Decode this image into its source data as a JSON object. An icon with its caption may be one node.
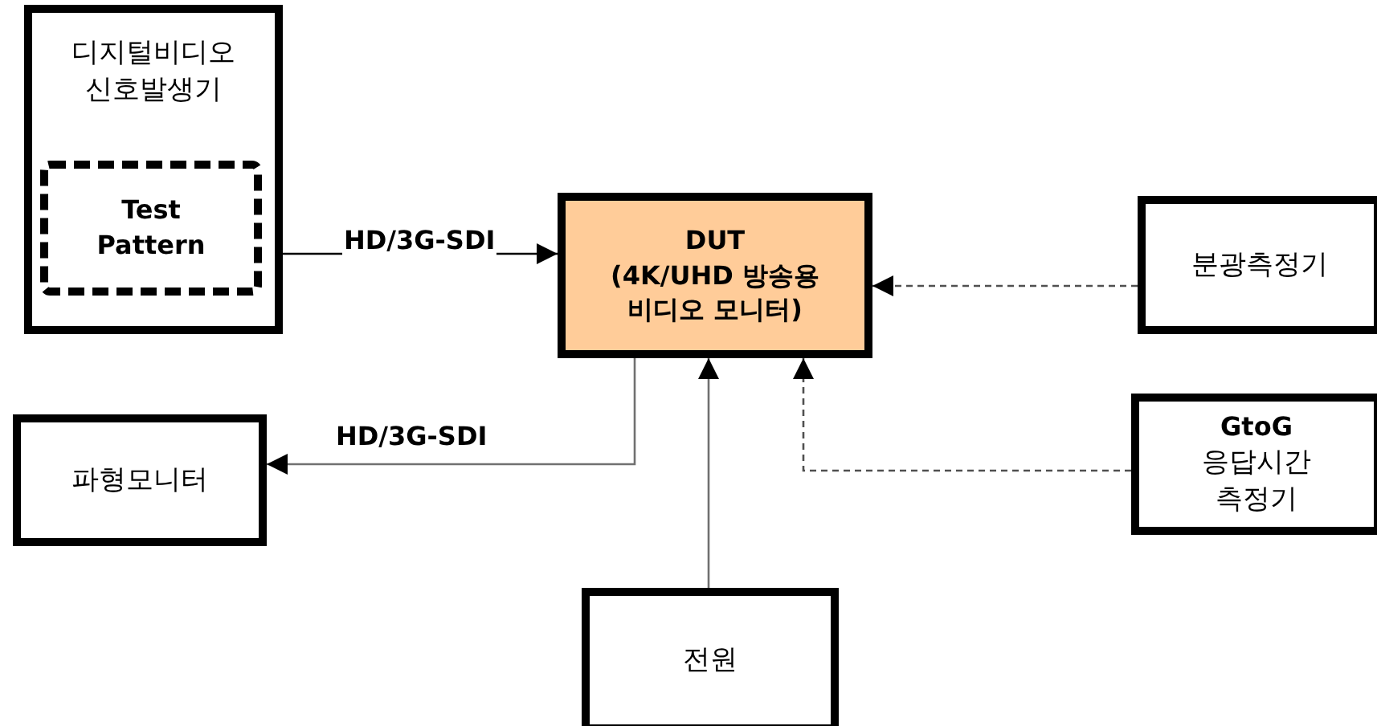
{
  "diagram": {
    "nodes": [
      {
        "text": [
          "디지털비디오 신호발생기"
        ]
      },
      {
        "text": [
          "Test Pattern"
        ],
        "in": 0
      },
      {
        "text": [
          "DUT",
          "(4K/UHD 방송용 비디오 모니터)"
        ]
      },
      {
        "text": [
          "파형모니터"
        ]
      },
      {
        "text": [
          "분광측정기"
        ]
      },
      {
        "text": [
          "GtoG",
          "응답시간 측정기"
        ]
      },
      {
        "text": [
          "전원"
        ]
      }
    ],
    "edges": [
      {
        "from": 0,
        "to": 2,
        "arrow": "to",
        "label": "HD/3G-SDI",
        "color": "#000000"
      },
      {
        "from": 2,
        "to": 3,
        "arrow": "to",
        "label": "HD/3G-SDI"
      },
      {
        "from": 4,
        "to": 2,
        "arrow": "to",
        "style": "dashed"
      },
      {
        "from": 5,
        "to": 2,
        "arrow": "to",
        "style": "dashed"
      },
      {
        "from": 6,
        "to": 2,
        "arrow": "to"
      }
    ]
  }
}
